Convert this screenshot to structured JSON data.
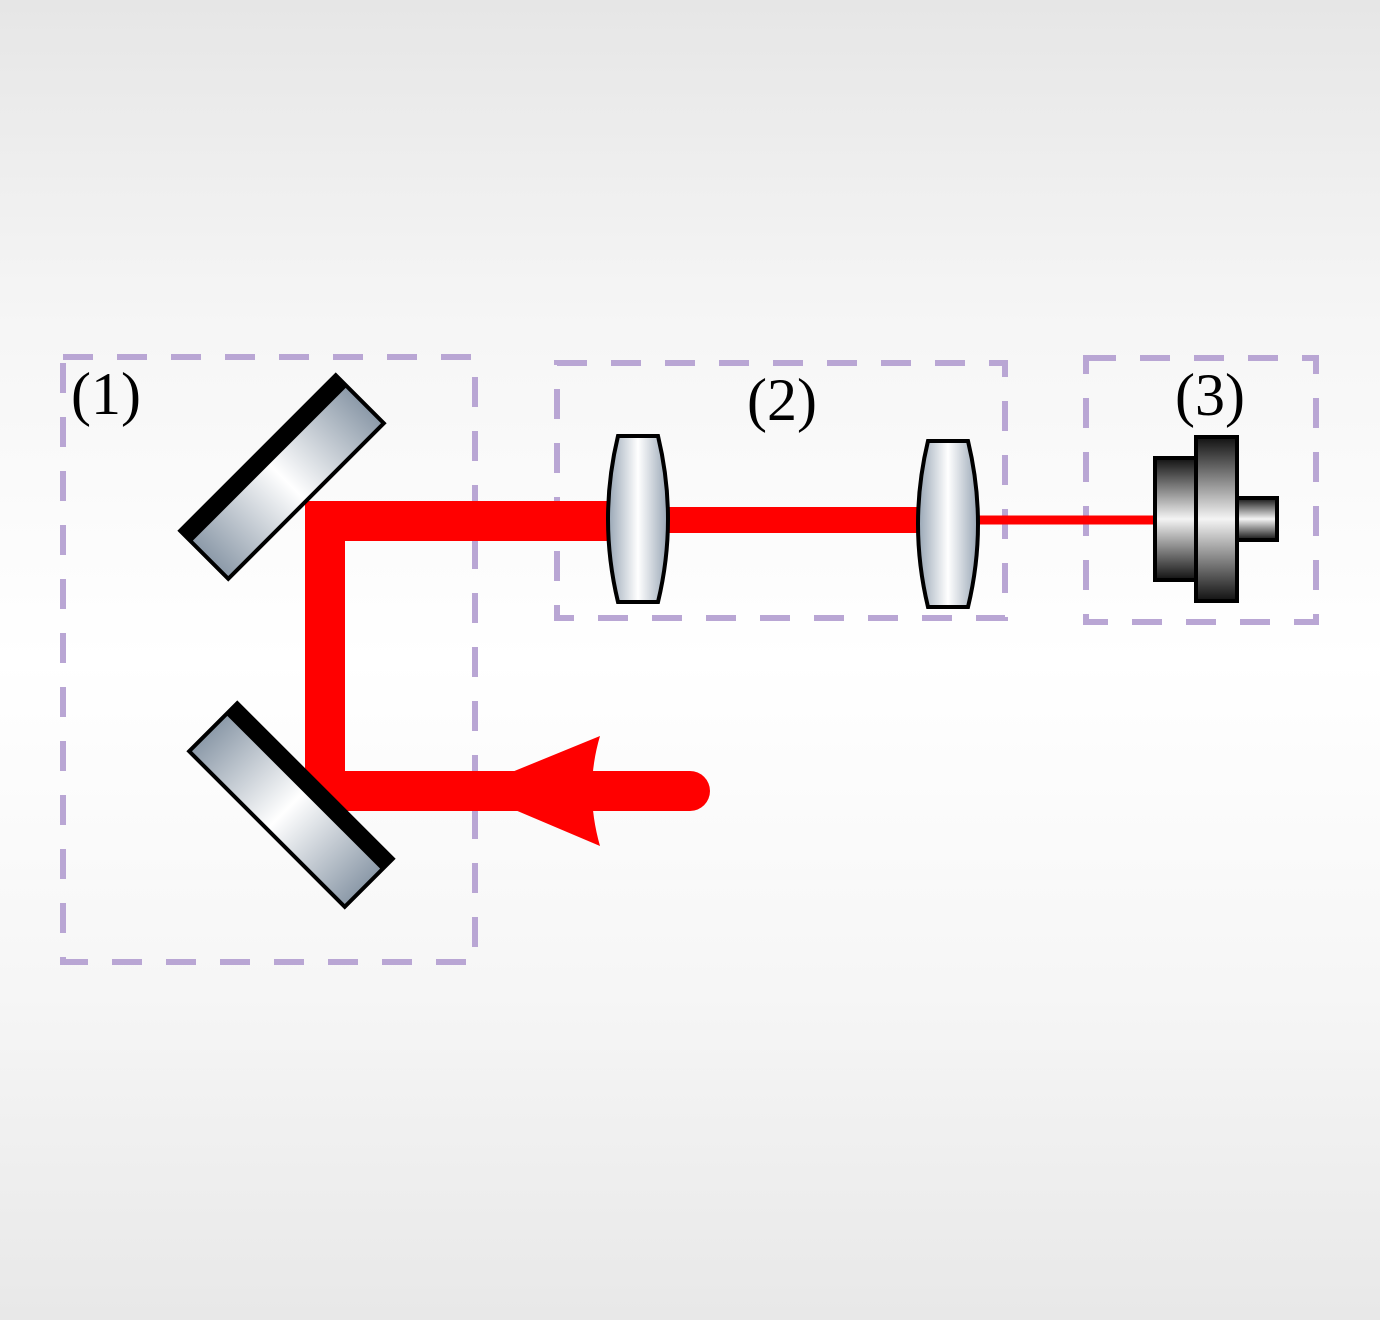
{
  "groups": [
    {
      "id": "1",
      "label": "(1)"
    },
    {
      "id": "2",
      "label": "(2)"
    },
    {
      "id": "3",
      "label": "(3)"
    }
  ],
  "colors": {
    "beam": "#ff0000",
    "group_border": "#b9a6d4",
    "mirror_backing": "#000000",
    "lens_edge": "#000000"
  }
}
